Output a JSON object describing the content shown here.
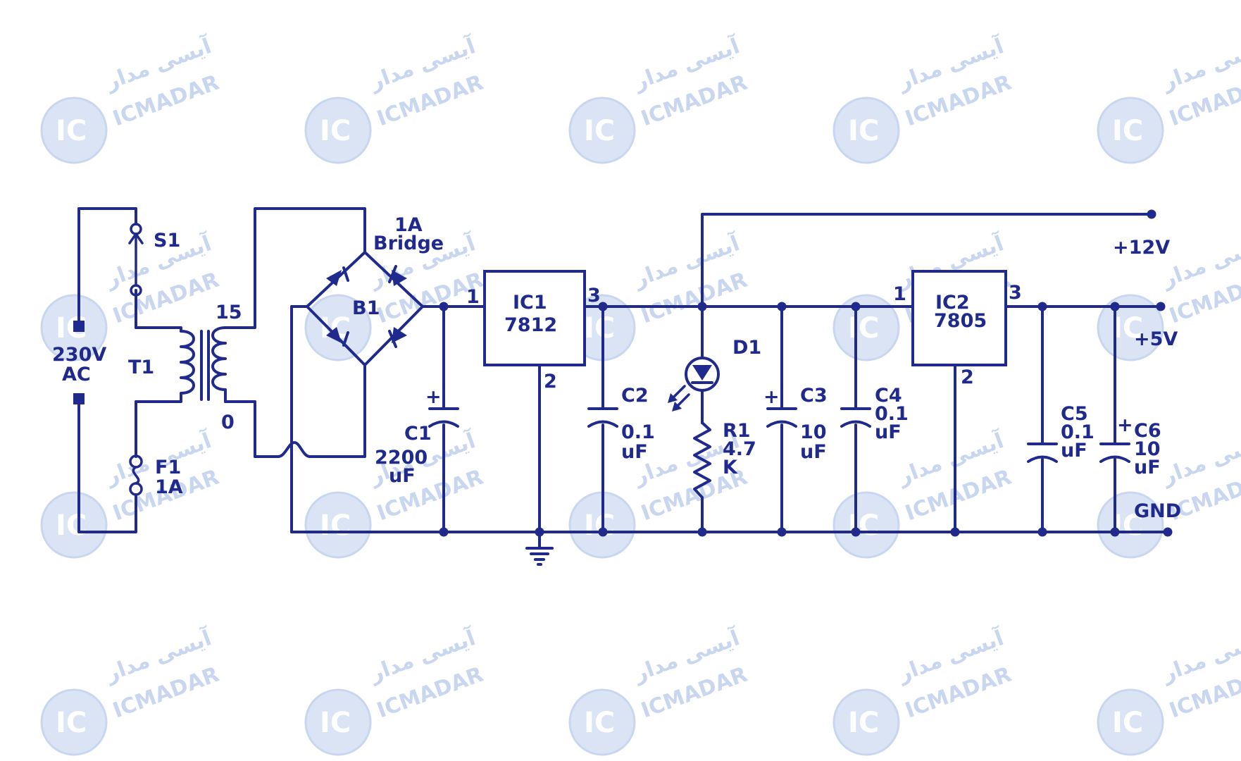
{
  "watermark": {
    "text_en": "ICMADAR",
    "text_fa": "آیسی مدار",
    "logo_text": "IC",
    "color": "#c9d6ef"
  },
  "colors": {
    "ink": "#1f2a8c",
    "background": "#ffffff"
  },
  "labels": {
    "input": "230V",
    "input_sub": "AC",
    "switch": "S1",
    "fuse": "F1",
    "fuse_rating": "1A",
    "transformer": "T1",
    "tap_high": "15",
    "tap_low": "0",
    "bridge_rating": "1A",
    "bridge_type": "Bridge",
    "bridge": "B1",
    "c1": "C1",
    "c1_value": "2200",
    "c1_unit": "uF",
    "ic1": "IC1",
    "ic1_part": "7812",
    "ic1_pin_in": "1",
    "ic1_pin_out": "3",
    "ic1_pin_gnd": "2",
    "c2": "C2",
    "c2_value": "0.1",
    "c2_unit": "uF",
    "d1": "D1",
    "r1": "R1",
    "r1_value": "4.7",
    "r1_unit": "K",
    "c3": "C3",
    "c3_value": "10",
    "c3_unit": "uF",
    "c4": "C4",
    "c4_value": "0.1",
    "c4_unit": "uF",
    "ic2": "IC2",
    "ic2_part": "7805",
    "ic2_pin_in": "1",
    "ic2_pin_out": "3",
    "ic2_pin_gnd": "2",
    "c5": "C5",
    "c5_value": "0.1",
    "c5_unit": "uF",
    "c6": "C6",
    "c6_value": "10",
    "c6_unit": "uF",
    "out_12v": "+12V",
    "out_5v": "+5V",
    "out_gnd": "GND",
    "plus": "+"
  }
}
